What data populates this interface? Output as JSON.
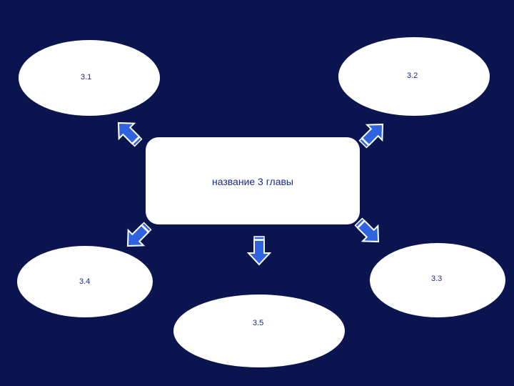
{
  "diagram": {
    "center": {
      "label": "название 3 главы"
    },
    "nodes": [
      {
        "id": "3-1",
        "label": "3.1"
      },
      {
        "id": "3-2",
        "label": "3.2"
      },
      {
        "id": "3-3",
        "label": "3.3"
      },
      {
        "id": "3-4",
        "label": "3.4"
      },
      {
        "id": "3-5",
        "label": "3.5"
      }
    ]
  },
  "colors": {
    "background": "#0a1550",
    "shape_fill": "#ffffff",
    "text": "#1a2a8a",
    "arrow_fill": "#2f63e0",
    "arrow_stroke": "#ffffff"
  }
}
